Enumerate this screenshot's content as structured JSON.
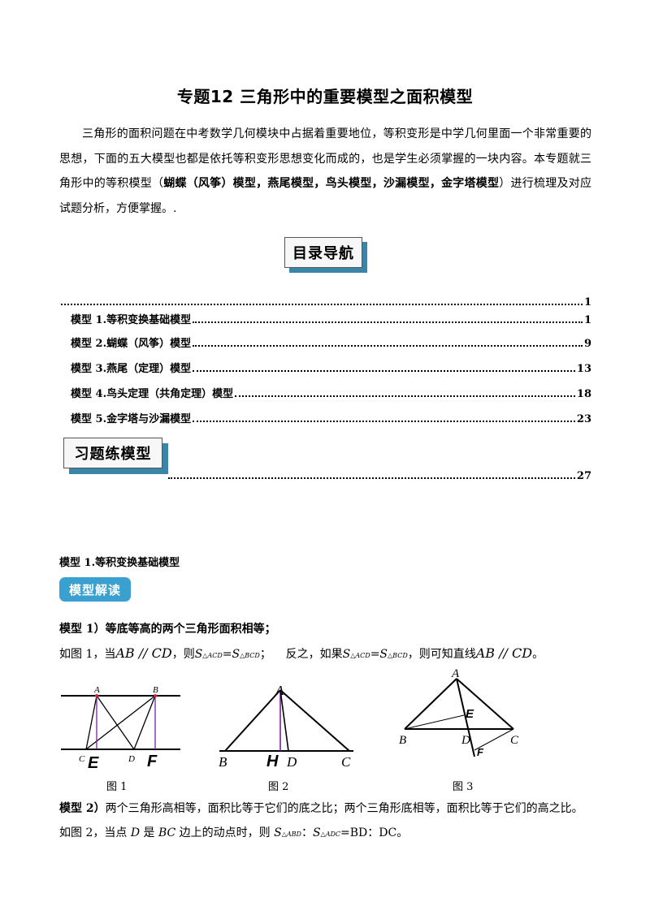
{
  "title": "专题12  三角形中的重要模型之面积模型",
  "intro": {
    "p1": "三角形的面积问题在中考数学几何模块中占据着重要地位，等积变形是中学几何里面一个非常重要的思想，下面的五大模型也都是依托等积变形思想变化而成的，也是学生必须掌握的一块内容。本专题就三角形中的等积模型（",
    "bold": "蝴蝶（风筝）模型，燕尾模型，鸟头模型，沙漏模型，金字塔模型",
    "p2": "）进行梳理及对应试题分析，方便掌握。."
  },
  "nav_button": "目录导航",
  "toc": [
    {
      "label": "",
      "page": "1"
    },
    {
      "label": "模型 1.等积变换基础模型",
      "page": "1"
    },
    {
      "label": "模型 2.蝴蝶（风筝）模型",
      "page": "9"
    },
    {
      "label": "模型 3.燕尾（定理）模型",
      "page": "13"
    },
    {
      "label": "模型 4.鸟头定理（共角定理）模型",
      "page": "18"
    },
    {
      "label": "模型 5.金字塔与沙漏模型",
      "page": "23"
    }
  ],
  "exercise_button": "习题练模型",
  "exercise_toc": {
    "label": "",
    "page": "27"
  },
  "section_title": "模型 1.等积变换基础模型",
  "read_button": "模型解读",
  "model1": {
    "heading": "模型 1）等底等高的两个三角形面积相等；",
    "line_a": "如图 1，当",
    "ab_cd": "AB // CD",
    "then": "，则",
    "s_acd": "S",
    "sub_acd": "△ACD",
    "eq": "=",
    "sub_bcd": "△BCD",
    "semi": "；",
    "converse": "反之，如果",
    "conclude": "，则可知直线",
    "period": "。"
  },
  "figures": {
    "fig1": {
      "caption": "图 1",
      "labels": {
        "A": "A",
        "B": "B",
        "C": "C",
        "D": "D",
        "E": "E",
        "F": "F"
      }
    },
    "fig2": {
      "caption": "图 2",
      "labels": {
        "A": "A",
        "B": "B",
        "H": "H",
        "D": "D",
        "C": "C"
      }
    },
    "fig3": {
      "caption": "图 3",
      "labels": {
        "A": "A",
        "B": "B",
        "D": "D",
        "C": "C",
        "E": "E",
        "F": "F"
      }
    }
  },
  "model2": {
    "heading": "模型 2）",
    "text": "两个三角形高相等，面积比等于它们的底之比；两个三角形底相等，面积比等于它们的高之比。",
    "line2_a": "如图 2，当点 ",
    "d": "D",
    "line2_b": " 是 ",
    "bc": "BC",
    "line2_c": " 边上的动点时，则 ",
    "sub_abd": "△ABD",
    "colon": "：",
    "sub_adc": "△ADC",
    "tail": "=BD：DC。"
  }
}
